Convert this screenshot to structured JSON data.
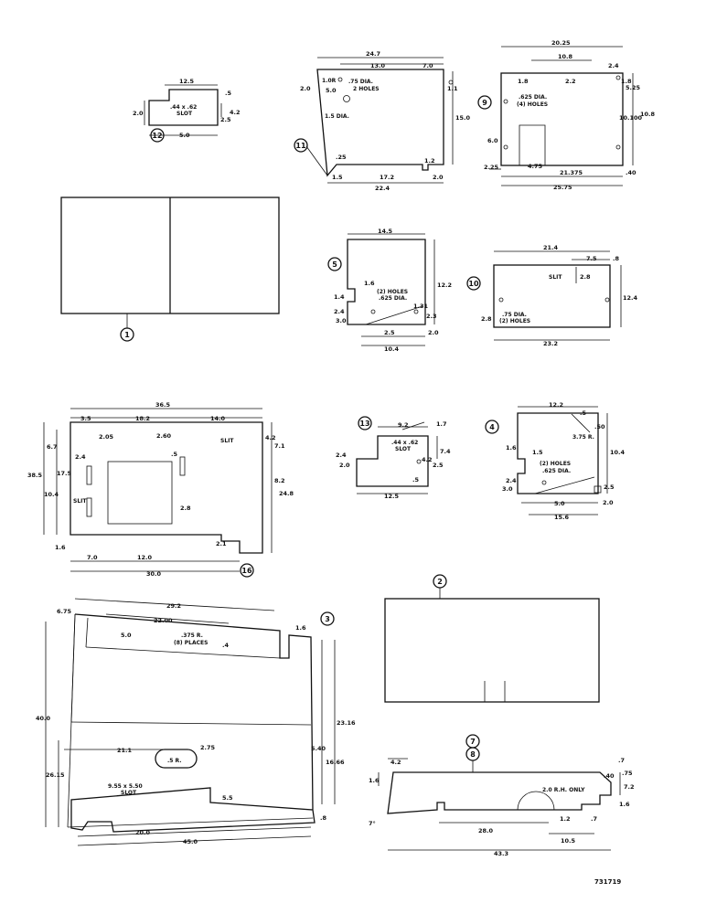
{
  "drawing_number": "731719",
  "parts": {
    "p1": {
      "id": "1"
    },
    "p2": {
      "id": "2"
    },
    "p3": {
      "id": "3",
      "dims": [
        "6.75",
        "29.2",
        "22.00",
        "5.0",
        ".375 R.",
        "(8) PLACES",
        ".4",
        "1.6",
        "40.0",
        "23.16",
        "2.75",
        "21.1",
        ".5 R.",
        "5.40",
        "16.66",
        "9.55 x 5.50",
        "SLOT",
        "5.5",
        "20.0",
        "45.0",
        ".8",
        "26.15"
      ]
    },
    "p4": {
      "id": "4",
      "dims": [
        "12.2",
        ".5",
        ".50",
        "3.75 R.",
        "1.6",
        "1.5",
        "(2) HOLES",
        ".625 DIA.",
        "2.4",
        "3.0",
        "5.0",
        "10.4",
        "2.5",
        "2.0",
        "15.6"
      ]
    },
    "p5": {
      "id": "5",
      "dims": [
        "14.5",
        "1.6",
        "(2) HOLES",
        ".625 DIA.",
        "1.4",
        "2.4",
        "3.0",
        "1.31",
        "2.3",
        "2.5",
        "2.0",
        "10.4",
        "12.2"
      ]
    },
    "p7": {
      "id": "7"
    },
    "p8": {
      "id": "8",
      "dims": [
        "4.2",
        "1.6",
        "7°",
        "2.0 R.H. ONLY",
        ".40",
        ".7",
        ".75",
        "7.2",
        "1.6",
        "1.2",
        ".7",
        "28.0",
        "10.5",
        "43.3"
      ]
    },
    "p9": {
      "id": "9",
      "dims": [
        "20.25",
        "10.8",
        "2.4",
        ".625 DIA.",
        "(4) HOLES",
        "1.8",
        "2.2",
        "1.8",
        "5.25",
        "10.100",
        "10.8",
        "6.0",
        "4.75",
        "2.25",
        "21.375",
        ".40",
        "25.75"
      ]
    },
    "p10": {
      "id": "10",
      "dims": [
        "21.4",
        "7.5",
        ".8",
        "SLIT",
        "2.8",
        ".75 DIA.",
        "(2) HOLES",
        "12.4",
        "2.8",
        "23.2"
      ]
    },
    "p11": {
      "id": "11",
      "dims": [
        "24.7",
        "13.0",
        "7.0",
        "1.0R",
        ".75 DIA.",
        "2 HOLES",
        "2.0",
        "5.0",
        "1.1",
        "1.5 DIA.",
        "15.0",
        ".25",
        "1.2",
        "1.5",
        "17.2",
        "2.0",
        "22.4"
      ]
    },
    "p12": {
      "id": "12",
      "dims": [
        "12.5",
        ".5",
        "2.0",
        ".44 x .62",
        "SLOT",
        "4.2",
        "2.5",
        "5.0"
      ]
    },
    "p13": {
      "id": "13",
      "dims": [
        "9.2",
        "1.7",
        ".44 x .62",
        "SLOT",
        "2.4",
        "7.4",
        "2.0",
        "4.2",
        "2.5",
        ".5",
        "12.5"
      ]
    },
    "p16": {
      "id": "16",
      "dims": [
        "36.5",
        "3.5",
        "18.2",
        "14.0",
        "2.05",
        "2.60",
        "SLIT",
        "6.7",
        "4.2",
        "2.4",
        "7.1",
        "38.5",
        "17.5",
        ".5",
        "10.4",
        "8.2",
        "SLIT",
        "24.8",
        "2.8",
        "1.6",
        "7.0",
        "12.0",
        "2.1",
        "30.0"
      ]
    }
  }
}
